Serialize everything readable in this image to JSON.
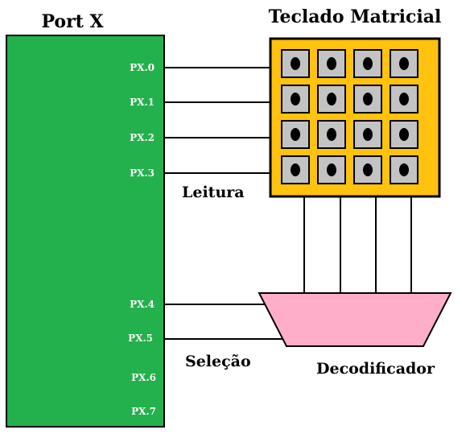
{
  "port": {
    "title": "Port X",
    "pins": [
      "PX.0",
      "PX.1",
      "PX.2",
      "PX.3",
      "PX.4",
      "PX.5",
      "PX.6",
      "PX.7"
    ],
    "color": "#22b14c"
  },
  "keypad": {
    "title": "Teclado Matricial",
    "rows": 4,
    "cols": 4,
    "frame_color": "#ffc20e",
    "key_color": "#c3c3c3"
  },
  "labels": {
    "read": "Leitura",
    "select": "Seleção",
    "decoder": "Decodificador"
  },
  "decoder": {
    "color": "#ffaec9"
  }
}
